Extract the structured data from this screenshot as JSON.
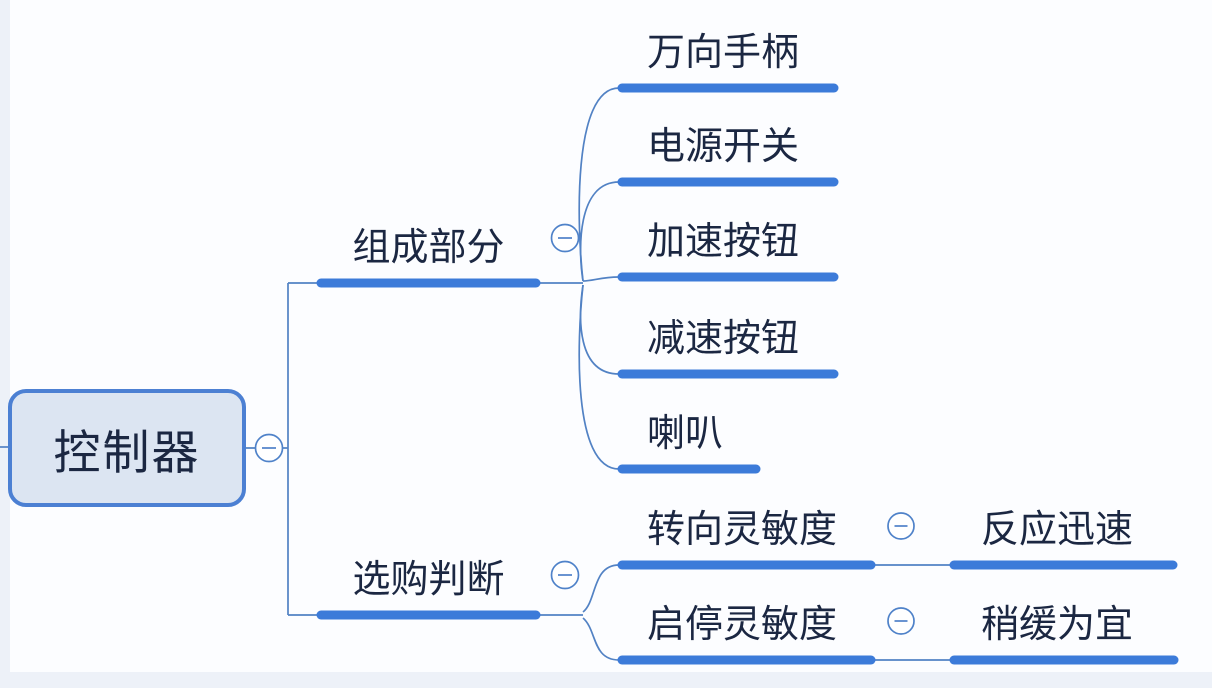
{
  "app": {
    "background_color": "#edf1f8",
    "canvas_color": "#fcfdff"
  },
  "colors": {
    "node_bar": "#3c7bd9",
    "connector_line": "#5282c4",
    "root_border": "#4c80d3",
    "root_fill": "#dce5f2",
    "text": "#1b2742",
    "icon_stroke": "#4f82c9",
    "icon_fill": "#ffffff"
  },
  "icons": {
    "collapse": "minus-circle-icon"
  },
  "mindmap": {
    "root": {
      "label": "控制器"
    },
    "branches": [
      {
        "label": "组成部分",
        "children": [
          {
            "label": "万向手柄"
          },
          {
            "label": "电源开关"
          },
          {
            "label": "加速按钮"
          },
          {
            "label": "减速按钮"
          },
          {
            "label": "喇叭"
          }
        ]
      },
      {
        "label": "选购判断",
        "children": [
          {
            "label": "转向灵敏度",
            "children": [
              {
                "label": "反应迅速"
              }
            ]
          },
          {
            "label": "启停灵敏度",
            "children": [
              {
                "label": "稍缓为宜"
              }
            ]
          }
        ]
      }
    ]
  }
}
